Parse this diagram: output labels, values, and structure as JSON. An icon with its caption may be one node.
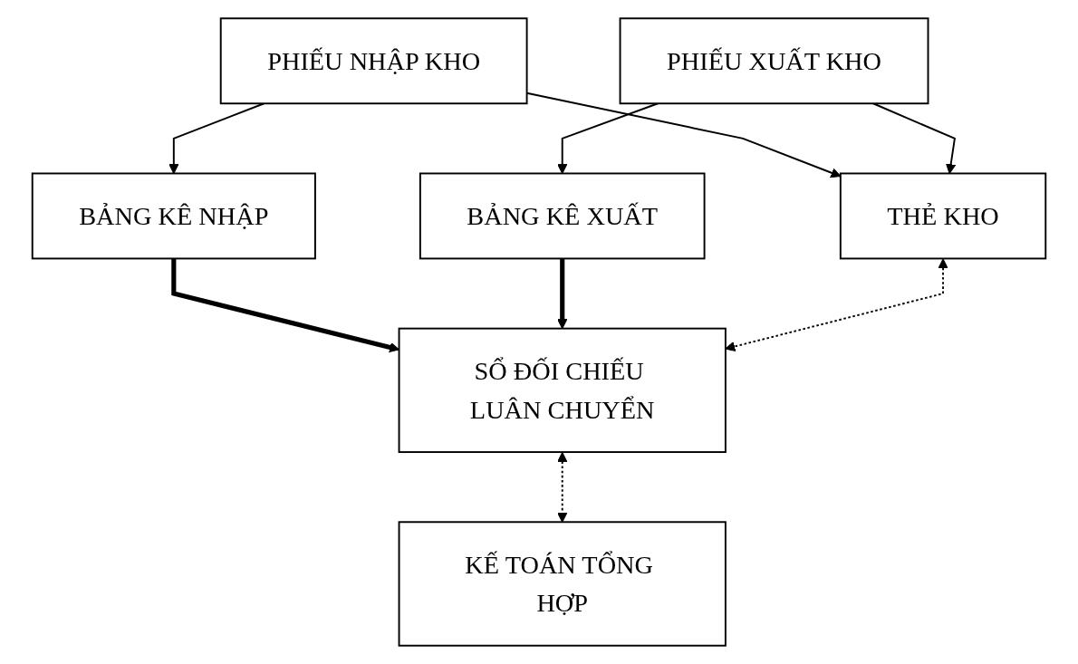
{
  "diagram": {
    "nodes": [
      {
        "text": [
          "THẺ KHO"
        ]
      },
      {
        "text": [
          "PHIẾU NHẬP KHO"
        ]
      },
      {
        "text": [
          "PHIẾU XUẤT KHO"
        ]
      },
      {
        "text": [
          "BẢNG KÊ NHẬP"
        ]
      },
      {
        "text": [
          "BẢNG KÊ XUẤT"
        ]
      },
      {
        "text": [
          "SỔ ĐỐI CHIẾU LUÂN CHUYỂN"
        ]
      },
      {
        "text": [
          "KẾ TOÁN TỔNG HỢP"
        ]
      }
    ],
    "edges": [
      {
        "from": 1,
        "to": 0,
        "arrow": "to"
      },
      {
        "from": 2,
        "to": 0,
        "arrow": "to"
      },
      {
        "from": 1,
        "to": 3,
        "arrow": "to"
      },
      {
        "from": 2,
        "to": 4,
        "arrow": "to"
      },
      {
        "from": 3,
        "to": 5,
        "arrow": "to",
        "style": "thick"
      },
      {
        "from": 4,
        "to": 5,
        "arrow": "to",
        "style": "thick"
      },
      {
        "from": 0,
        "to": 5,
        "arrow": "both",
        "style": "dashed"
      },
      {
        "from": 5,
        "to": 6,
        "arrow": "both",
        "style": "dashed"
      }
    ]
  }
}
